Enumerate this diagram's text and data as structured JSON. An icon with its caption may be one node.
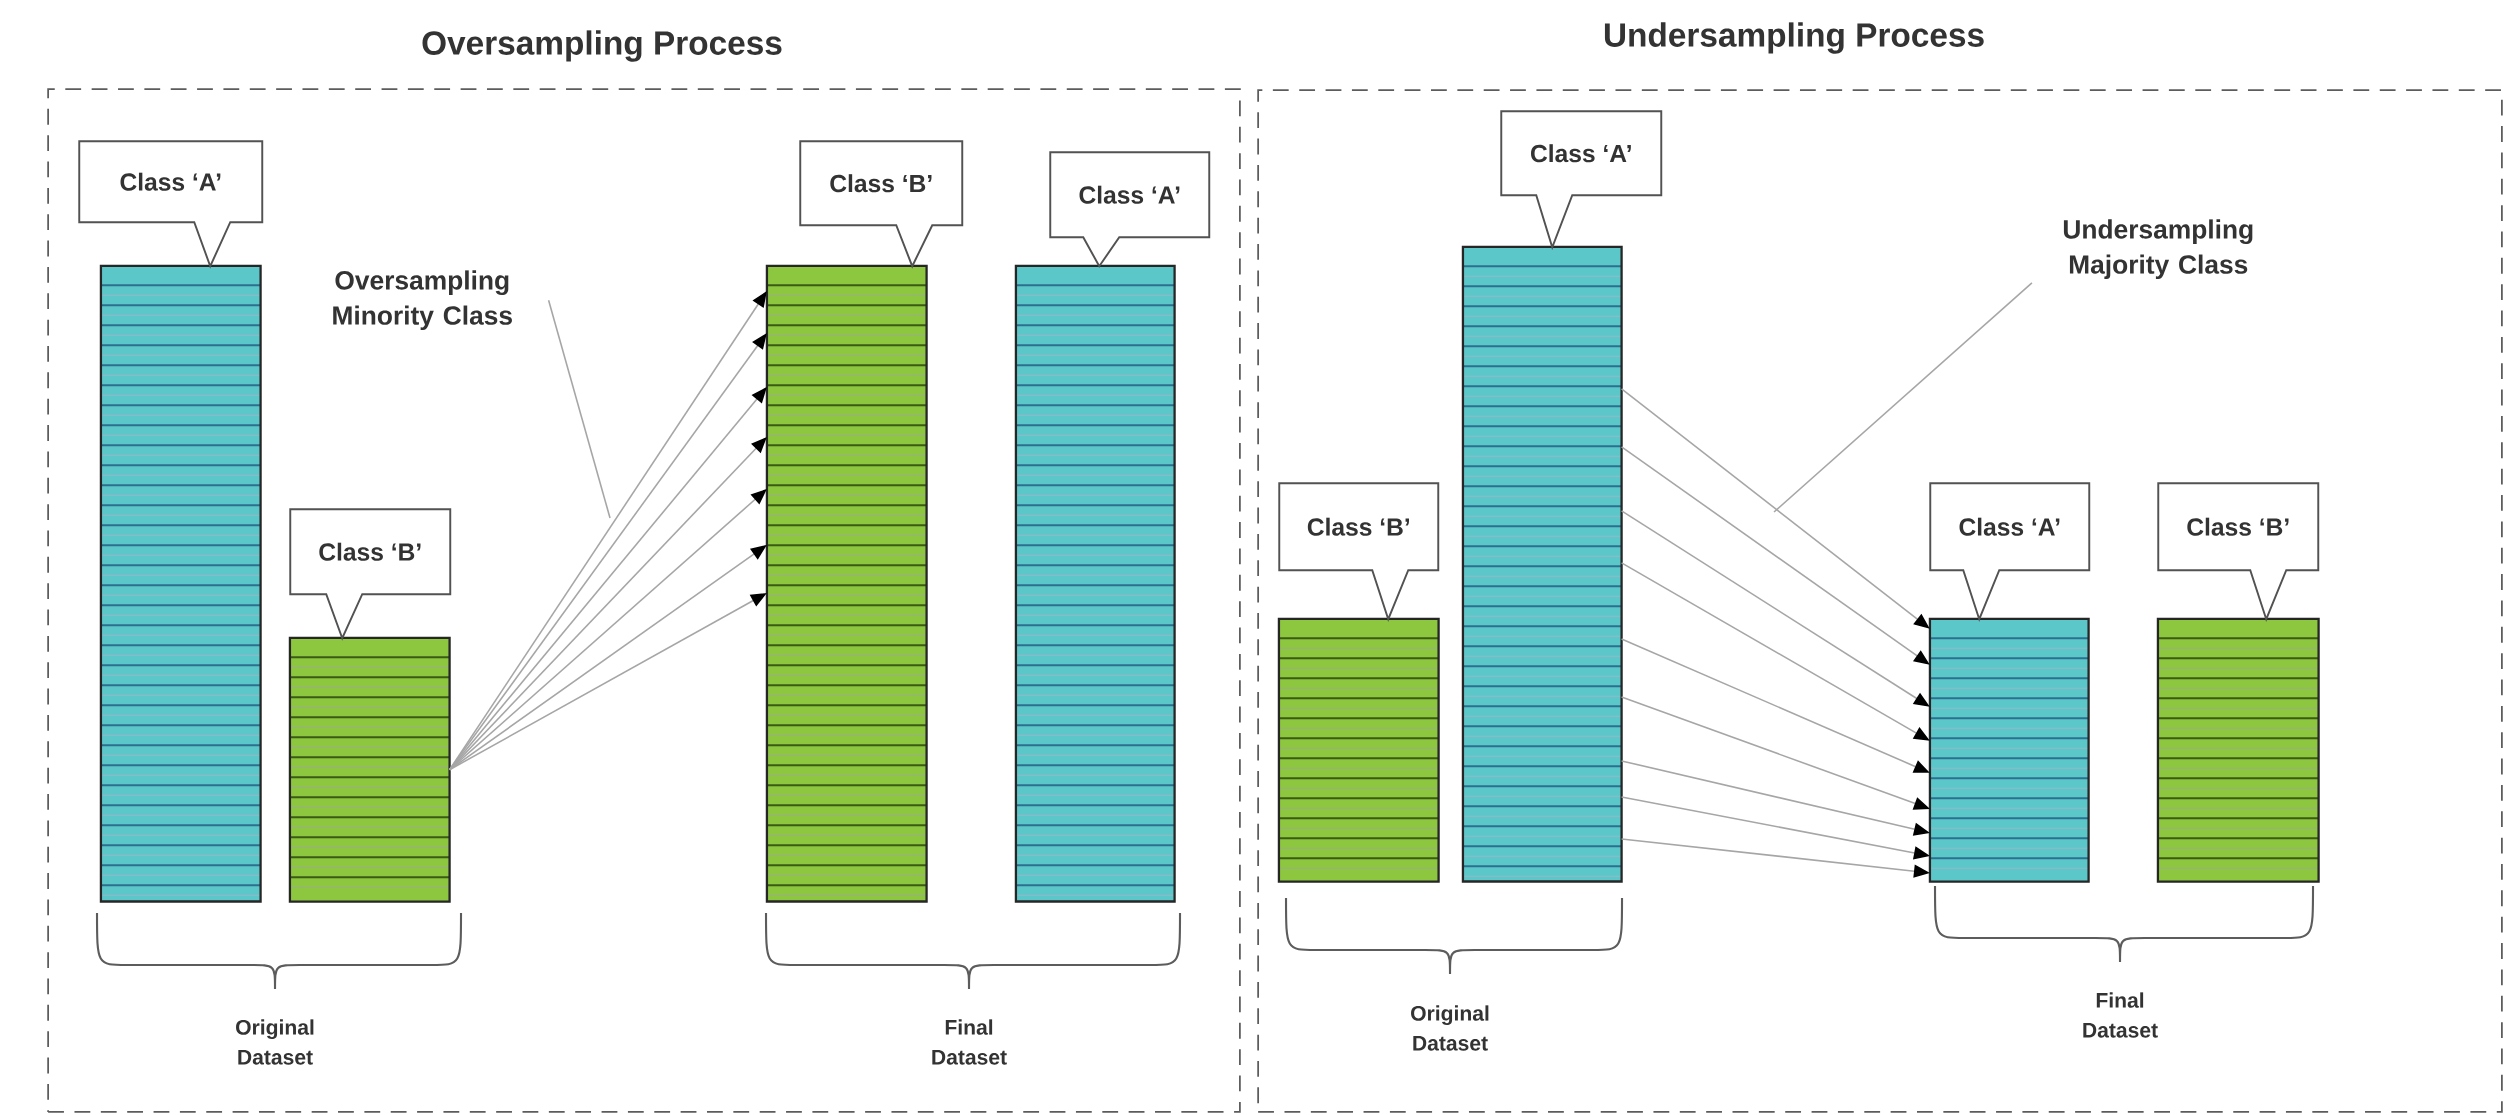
{
  "diagram": {
    "nodes": [
      {
        "text": [
          "Oversampling Process"
        ]
      },
      {
        "text": [
          "Class ‘A’"
        ],
        "in": 0
      },
      {
        "text": [],
        "shape": "bar",
        "in": 0
      },
      {
        "text": [
          "Class ‘B’"
        ],
        "in": 0
      },
      {
        "text": [],
        "shape": "bar",
        "in": 0
      },
      {
        "text": [
          "Oversampling Minority Class"
        ],
        "in": 0
      },
      {
        "text": [
          "Class ‘B’"
        ],
        "in": 0
      },
      {
        "text": [],
        "shape": "bar",
        "in": 0
      },
      {
        "text": [
          "Class ‘A’"
        ],
        "in": 0
      },
      {
        "text": [],
        "shape": "bar",
        "in": 0
      },
      {
        "text": [
          "Undersampling Process"
        ]
      },
      {
        "text": [
          "Class ‘B’"
        ],
        "in": 10
      },
      {
        "text": [],
        "shape": "bar",
        "in": 10
      },
      {
        "text": [
          "Class ‘A’"
        ],
        "in": 10
      },
      {
        "text": [],
        "shape": "bar",
        "in": 10
      },
      {
        "text": [
          "Undersampling Majority Class"
        ],
        "in": 10
      },
      {
        "text": [
          "Class ‘A’"
        ],
        "in": 10
      },
      {
        "text": [],
        "shape": "bar",
        "in": 10
      },
      {
        "text": [
          "Class ‘B’"
        ],
        "in": 10
      },
      {
        "text": [],
        "shape": "bar",
        "in": 10
      }
    ],
    "edges": [
      {
        "from": 4,
        "to": 7,
        "arrow": "to"
      },
      {
        "from": 4,
        "to": 7,
        "arrow": "to"
      },
      {
        "from": 4,
        "to": 7,
        "arrow": "to"
      },
      {
        "from": 4,
        "to": 7,
        "arrow": "to"
      },
      {
        "from": 4,
        "to": 7,
        "arrow": "to"
      },
      {
        "from": 4,
        "to": 7,
        "arrow": "to"
      },
      {
        "from": 4,
        "to": 7,
        "arrow": "to"
      },
      {
        "from": 5,
        "to": null,
        "arrow": "none"
      },
      {
        "from": 14,
        "to": 17,
        "arrow": "to"
      },
      {
        "from": 14,
        "to": 17,
        "arrow": "to"
      },
      {
        "from": 14,
        "to": 17,
        "arrow": "to"
      },
      {
        "from": 14,
        "to": 17,
        "arrow": "to"
      },
      {
        "from": 14,
        "to": 17,
        "arrow": "to"
      },
      {
        "from": 14,
        "to": 17,
        "arrow": "to"
      },
      {
        "from": 14,
        "to": 17,
        "arrow": "to"
      },
      {
        "from": 14,
        "to": 17,
        "arrow": "to"
      },
      {
        "from": 14,
        "to": 17,
        "arrow": "to"
      },
      {
        "from": 15,
        "to": null,
        "arrow": "none"
      }
    ],
    "labels": [
      "Original Dataset",
      "Final Dataset",
      "Original Dataset",
      "Final Dataset"
    ]
  }
}
